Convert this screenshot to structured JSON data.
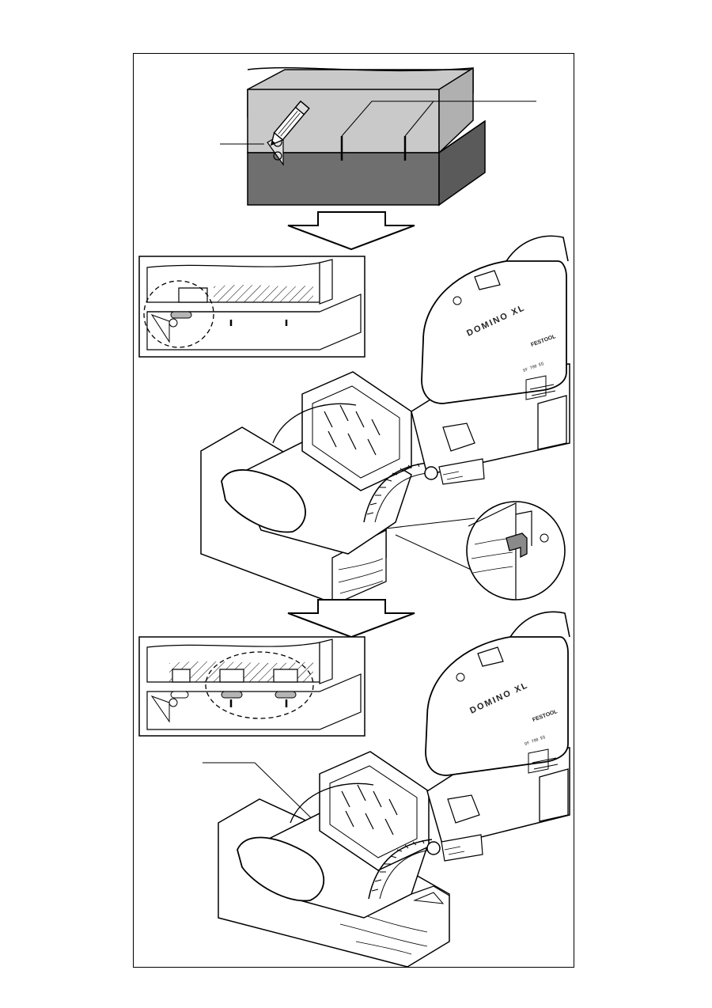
{
  "page": {
    "tool_name_label": "DOMINO XL",
    "brand_label": "FESTOOL",
    "model_label": "DF 700 EQ"
  },
  "colors": {
    "block_light": "#c8c8c8",
    "block_dark": "#6e6e6e",
    "outline": "#000000",
    "slot_fill": "#b4b4b4",
    "lever_fill": "#8a8a8a"
  },
  "icons": [
    "pencil-icon",
    "down-arrow-icon",
    "reference-triangle-icon",
    "lens-magnifier-icon"
  ]
}
